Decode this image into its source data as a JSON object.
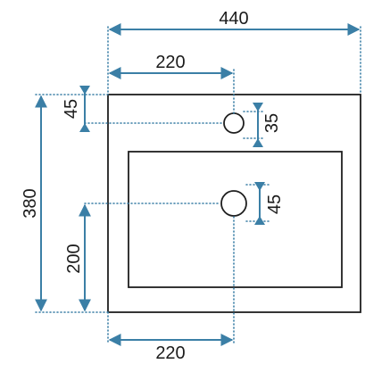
{
  "dimensions": {
    "total_width": "440",
    "total_height": "380",
    "top_hole_offset_x": "220",
    "bottom_drain_offset_x": "220",
    "top_hole_offset_y": "45",
    "drain_offset_y": "200",
    "top_hole_diameter": "35",
    "drain_diameter": "45"
  },
  "colors": {
    "dimension": "#3b7fa6",
    "outline": "#1f1f1f"
  }
}
